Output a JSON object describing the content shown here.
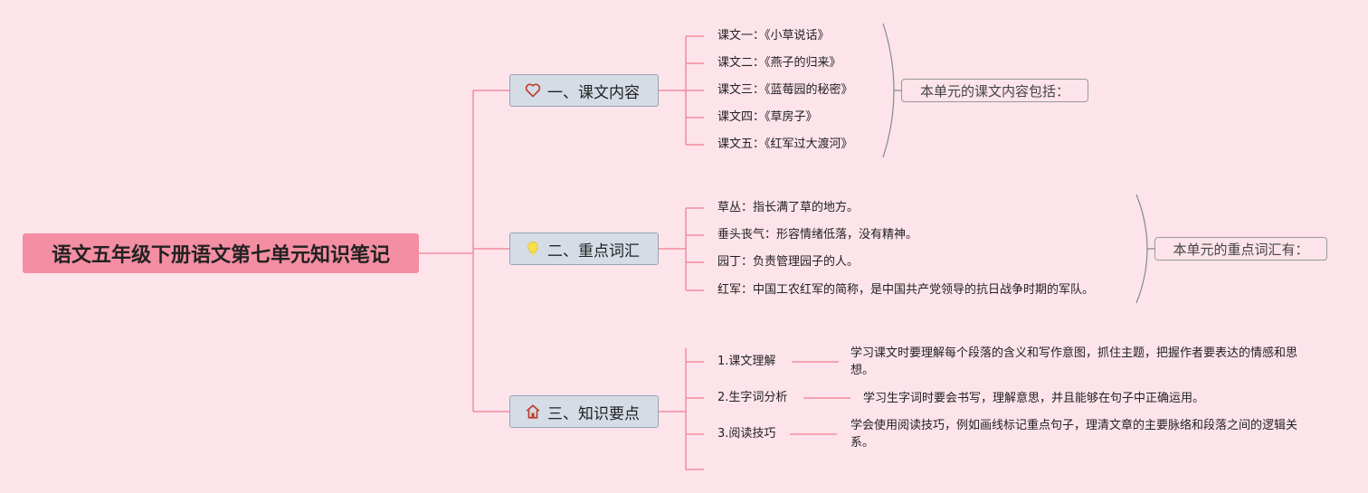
{
  "root": {
    "title": "语文五年级下册语文第七单元知识笔记"
  },
  "branches": [
    {
      "label": "一、课文内容",
      "icon": "heart-icon",
      "items": [
        "课文一：《小草说话》",
        "课文二：《燕子的归来》",
        "课文三：《蓝莓园的秘密》",
        "课文四：《草房子》",
        "课文五：《红军过大渡河》"
      ],
      "summary": "本单元的课文内容包括："
    },
    {
      "label": "二、重点词汇",
      "icon": "lightbulb-icon",
      "items": [
        "草丛：指长满了草的地方。",
        "垂头丧气：形容情绪低落，没有精神。",
        "园丁：负责管理园子的人。",
        "红军：中国工农红军的简称，是中国共产党领导的抗日战争时期的军队。"
      ],
      "summary": "本单元的重点词汇有："
    },
    {
      "label": "三、知识要点",
      "icon": "home-icon",
      "items": [
        {
          "label": "1.课文理解",
          "desc": "学习课文时要理解每个段落的含义和写作意图，抓住主题，把握作者要表达的情感和思想。"
        },
        {
          "label": "2.生字词分析",
          "desc": "学习生字词时要会书写，理解意思，并且能够在句子中正确运用。"
        },
        {
          "label": "3.阅读技巧",
          "desc": "学会使用阅读技巧，例如画线标记重点句子，理清文章的主要脉络和段落之间的逻辑关系。"
        }
      ]
    }
  ],
  "colors": {
    "background": "#fde4ea",
    "root": "#f48ea2",
    "branch": "#d5dce6",
    "connector": "#f28ba0",
    "brace": "#7f8c8d"
  }
}
